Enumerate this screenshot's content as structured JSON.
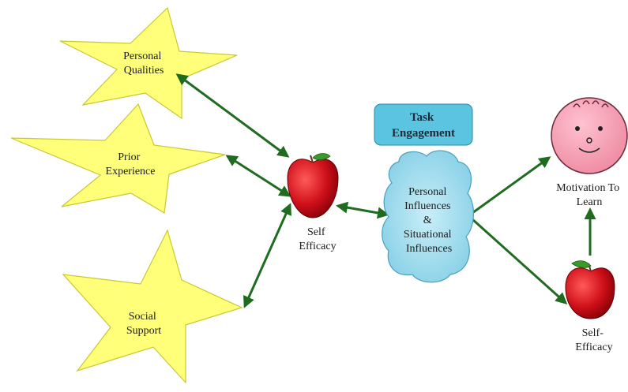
{
  "nodes": {
    "personal_qualities": [
      "Personal",
      "Qualities"
    ],
    "prior_experience": [
      "Prior",
      "Experience"
    ],
    "social_support": [
      "Social",
      "Support"
    ],
    "self_efficacy_center": [
      "Self",
      "Efficacy"
    ],
    "task_engagement": [
      "Task",
      "Engagement"
    ],
    "influences": [
      "Personal",
      "Influences",
      "&",
      "Situational",
      "Influences"
    ],
    "motivation": [
      "Motivation To",
      "Learn"
    ],
    "self_efficacy_right": [
      "Self-",
      "Efficacy"
    ]
  },
  "colors": {
    "star_fill": "#ffff7a",
    "arrow": "#1f6b1f",
    "apple": "#d0101a",
    "cloud": "#8fd3e8",
    "task_box": "#5bc4e0",
    "face": "#f49ab0"
  },
  "icons": [
    "star-icon",
    "apple-icon",
    "cloud-icon",
    "smiley-face-icon"
  ]
}
